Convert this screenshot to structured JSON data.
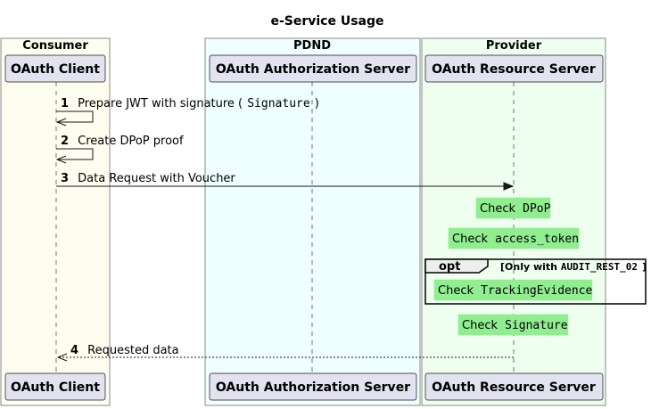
{
  "title": "e-Service Usage",
  "colors": {
    "consumer_bg": "#FEFEF0",
    "pdnd_bg": "#EFFFFF",
    "provider_bg": "#EFFFEF",
    "participant_fill": "#E2E2F0",
    "participant_stroke": "#181818",
    "note_fill": "#90EE90",
    "box_stroke": "#888888",
    "opt_header_fill": "#EEEEEE"
  },
  "boxes": {
    "consumer": "Consumer",
    "pdnd": "PDND",
    "provider": "Provider"
  },
  "participants": {
    "client": "OAuth Client",
    "auth_server": "OAuth Authorization Server",
    "resource_server": "OAuth Resource Server"
  },
  "messages": [
    {
      "num": "1",
      "text": "Prepare JWT with signature (",
      "code": "Signature",
      "suffix": ")"
    },
    {
      "num": "2",
      "text": "Create DPoP proof"
    },
    {
      "num": "3",
      "text": "Data Request with Voucher"
    },
    {
      "num": "4",
      "text": "Requested data"
    }
  ],
  "notes": [
    {
      "text": "Check ",
      "code": "DPoP"
    },
    {
      "text": "Check ",
      "code": "access_token"
    },
    {
      "text": "Check ",
      "code": "TrackingEvidence"
    },
    {
      "text": "Check ",
      "code": "Signature"
    }
  ],
  "opt": {
    "label": "opt",
    "guard_prefix": "[Only with ",
    "guard_code": "AUDIT_REST_02",
    "guard_suffix": "]"
  }
}
